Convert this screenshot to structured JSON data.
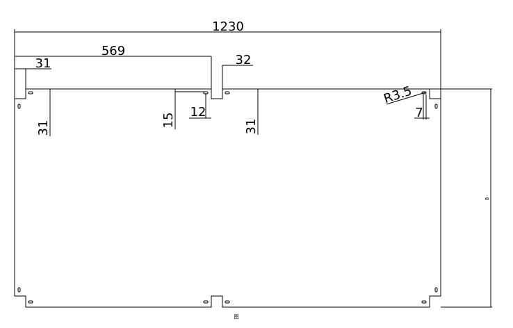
{
  "dimensions": {
    "overall_width": "1230",
    "left_to_notch": "569",
    "left_offset_top": "31",
    "notch_width": "32",
    "left_tab_height": "31",
    "notch_depth": "15",
    "hole_offset": "12",
    "right_of_notch_height": "31",
    "corner_radius": "R3.5",
    "hole_distance": "7",
    "right_height": "8"
  },
  "caption": "图"
}
